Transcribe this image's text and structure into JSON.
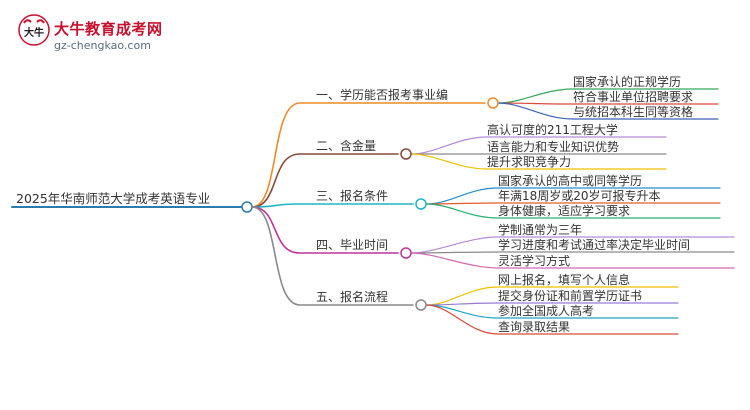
{
  "logo": {
    "title": "大牛教育成考网",
    "url": "gz-chengkao.com",
    "mark_text": "大牛"
  },
  "colors": {
    "root": "#2b7bb0",
    "branches": [
      "#ee8a2a",
      "#8a4a3a",
      "#1fb5c4",
      "#c0349a",
      "#8a8a8a"
    ],
    "leaves": [
      [
        "#35a85a",
        "#d94a3a",
        "#3b62b8"
      ],
      [
        "#b58cd6",
        "#8a8a8a",
        "#f0c000"
      ],
      [
        "#1f8fd6",
        "#e85a2a",
        "#28b070"
      ],
      [
        "#b58cd6",
        "#8a8a8a",
        "#d06ab0"
      ],
      [
        "#f0c000",
        "#9a7ad6",
        "#1fa5c8",
        "#d94a3a"
      ]
    ]
  },
  "diagram": {
    "root": "2025年华南师范大学成考英语专业",
    "branches": [
      {
        "label": "一、学历能否报考事业编",
        "leaves": [
          "国家承认的正规学历",
          "符合事业单位招聘要求",
          "与统招本科生同等资格"
        ]
      },
      {
        "label": "二、含金量",
        "leaves": [
          "高认可度的211工程大学",
          "语言能力和专业知识优势",
          "提升求职竞争力"
        ]
      },
      {
        "label": "三、报名条件",
        "leaves": [
          "国家承认的高中或同等学历",
          "年满18周岁或20岁可报专升本",
          "身体健康，适应学习要求"
        ]
      },
      {
        "label": "四、毕业时间",
        "leaves": [
          "学制通常为三年",
          "学习进度和考试通过率决定毕业时间",
          "灵活学习方式"
        ]
      },
      {
        "label": "五、报名流程",
        "leaves": [
          "网上报名，填写个人信息",
          "提交身份证和前置学历证书",
          "参加全国成人高考",
          "查询录取结果"
        ]
      }
    ]
  }
}
